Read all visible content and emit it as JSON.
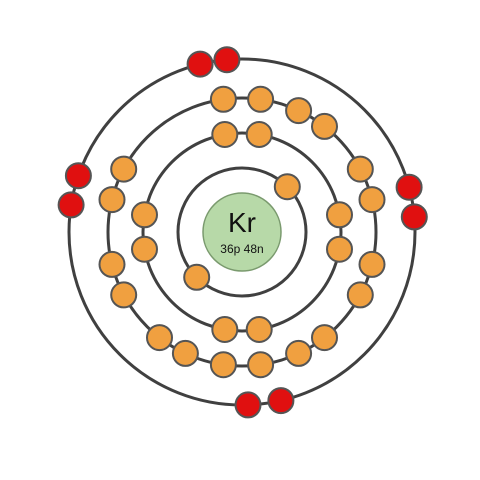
{
  "nucleus": {
    "symbol": "Kr",
    "composition": "36p 48n",
    "fill_color": "#b7d9a8",
    "stroke_color": "#7a9a6e"
  },
  "shell_color": "#404040",
  "shells": [
    {
      "name": "shell-1",
      "electron_count": 2,
      "electron_color": "orange",
      "angles_deg": [
        225,
        45
      ]
    },
    {
      "name": "shell-2",
      "electron_count": 8,
      "electron_color": "orange",
      "angles_deg": [
        100,
        80,
        10,
        350,
        280,
        260,
        190,
        170
      ]
    },
    {
      "name": "shell-3",
      "electron_count": 18,
      "electron_color": "orange",
      "angles_deg": [
        98,
        82,
        65,
        52,
        28,
        14,
        346,
        332,
        308,
        295,
        278,
        262,
        245,
        232,
        208,
        194,
        166,
        152
      ]
    },
    {
      "name": "shell-4",
      "electron_count": 8,
      "electron_color": "red",
      "angles_deg": [
        104,
        95,
        15,
        5,
        283,
        272,
        171,
        161
      ]
    }
  ],
  "electron_colors": {
    "orange": {
      "fill": "#f0a040",
      "stroke": "#555555"
    },
    "red": {
      "fill": "#e01010",
      "stroke": "#555555"
    }
  }
}
